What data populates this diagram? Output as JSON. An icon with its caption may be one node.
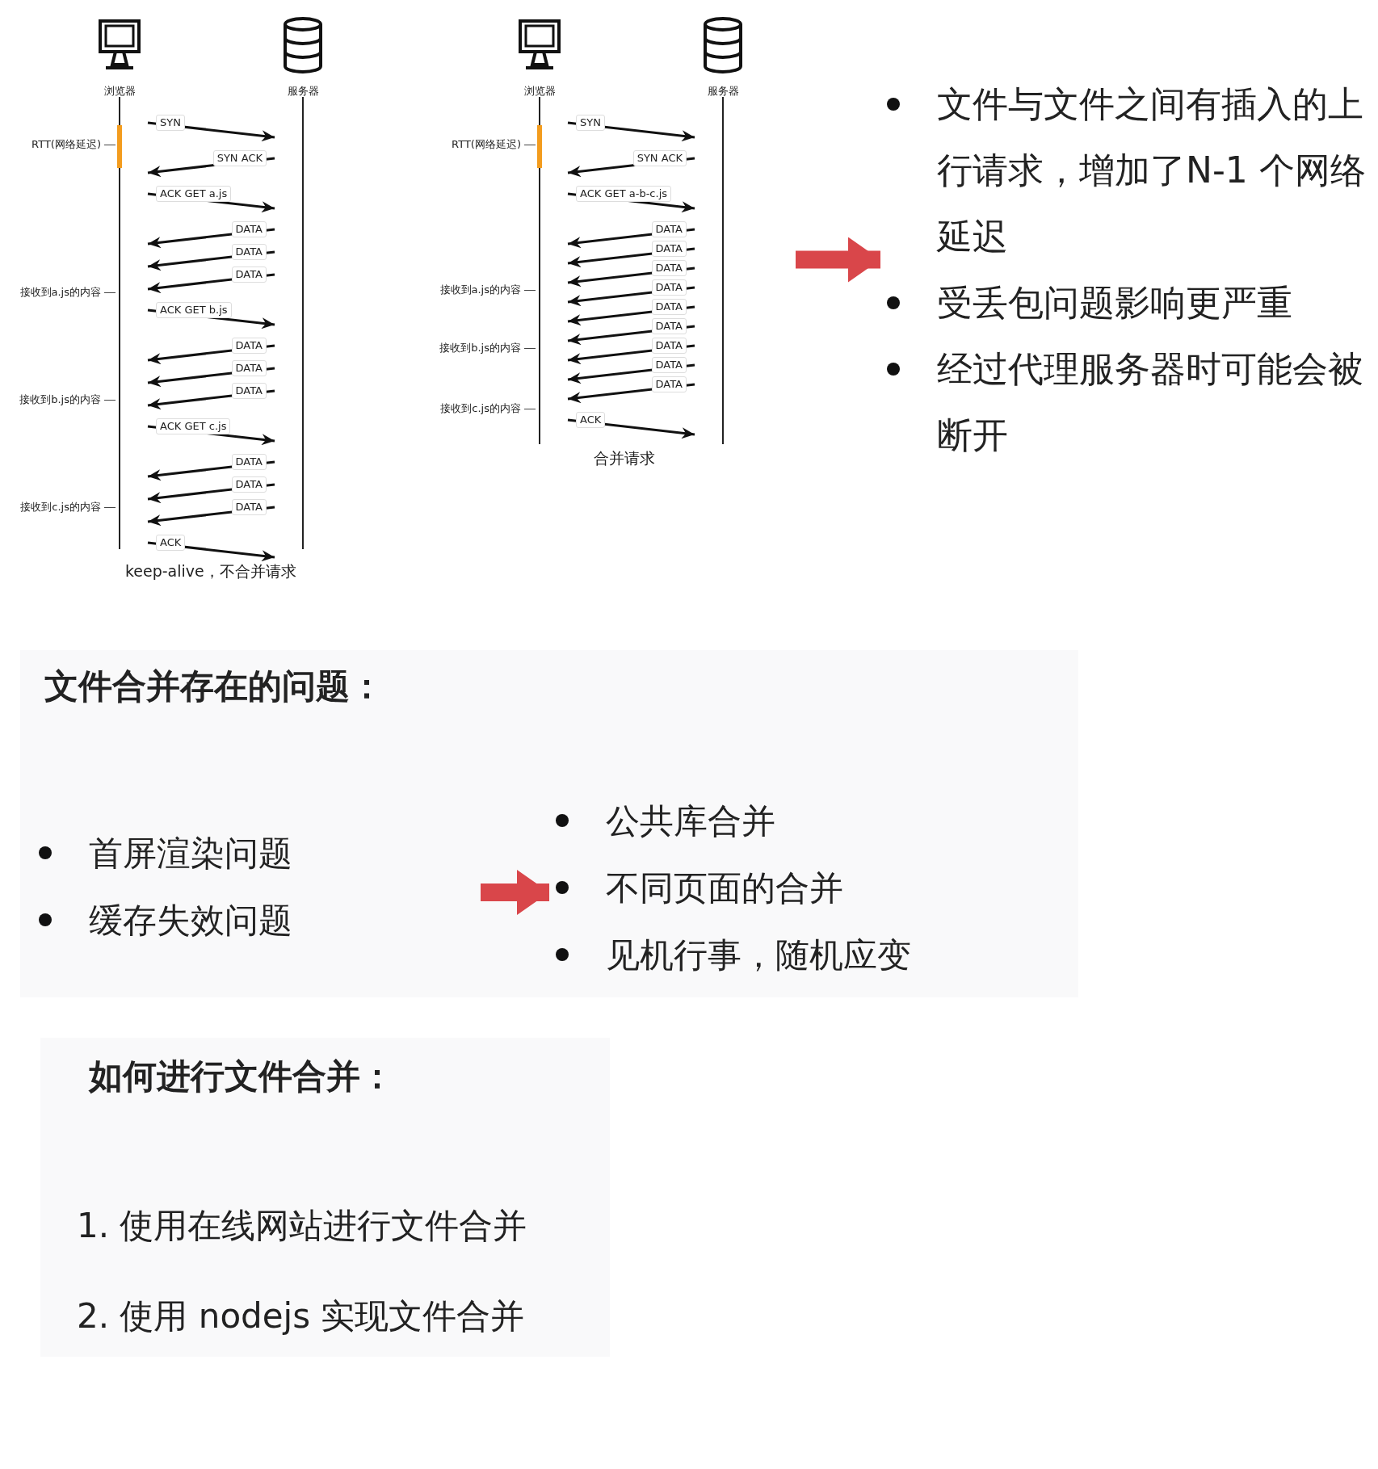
{
  "diagram": {
    "nodes": [
      {
        "text": [
          "keep-alive，不合并请求"
        ]
      },
      {
        "text": [
          "浏览器"
        ],
        "in": 0
      },
      {
        "text": [
          "服务器"
        ],
        "in": 0
      },
      {
        "text": [
          "合并请求"
        ]
      },
      {
        "text": [
          "浏览器"
        ],
        "in": 3
      },
      {
        "text": [
          "服务器"
        ],
        "in": 3
      },
      {
        "text": [
          "文件与文件之间有插入的上行请求，增加了N-1 个网络延迟",
          "受丢包问题影响更严重",
          "经过代理服务器时可能会被断开"
        ]
      },
      {
        "text": [
          "首屏渲染问题",
          "缓存失效问题"
        ]
      },
      {
        "text": [
          "公共库合并",
          "不同页面的合并",
          "见机行事，随机应变"
        ]
      }
    ],
    "edges": [
      {
        "from": 1,
        "to": 2,
        "arrow": "to",
        "label": "SYN"
      },
      {
        "from": 2,
        "to": 1,
        "arrow": "to",
        "label": "SYN ACK"
      },
      {
        "from": 1,
        "to": 2,
        "arrow": "to",
        "label": "ACK GET a.js"
      },
      {
        "from": 2,
        "to": 1,
        "arrow": "to",
        "label": "DATA"
      },
      {
        "from": 2,
        "to": 1,
        "arrow": "to",
        "label": "DATA"
      },
      {
        "from": 2,
        "to": 1,
        "arrow": "to",
        "label": "DATA"
      },
      {
        "from": 1,
        "to": 2,
        "arrow": "to",
        "label": "ACK GET b.js"
      },
      {
        "from": 2,
        "to": 1,
        "arrow": "to",
        "label": "DATA"
      },
      {
        "from": 2,
        "to": 1,
        "arrow": "to",
        "label": "DATA"
      },
      {
        "from": 2,
        "to": 1,
        "arrow": "to",
        "label": "DATA"
      },
      {
        "from": 1,
        "to": 2,
        "arrow": "to",
        "label": "ACK GET c.js"
      },
      {
        "from": 2,
        "to": 1,
        "arrow": "to",
        "label": "DATA"
      },
      {
        "from": 2,
        "to": 1,
        "arrow": "to",
        "label": "DATA"
      },
      {
        "from": 2,
        "to": 1,
        "arrow": "to",
        "label": "DATA"
      },
      {
        "from": 1,
        "to": 2,
        "arrow": "to",
        "label": "ACK"
      },
      {
        "from": 4,
        "to": 5,
        "arrow": "to",
        "label": "SYN"
      },
      {
        "from": 5,
        "to": 4,
        "arrow": "to",
        "label": "SYN ACK"
      },
      {
        "from": 4,
        "to": 5,
        "arrow": "to",
        "label": "ACK GET a-b-c.js"
      },
      {
        "from": 5,
        "to": 4,
        "arrow": "to",
        "label": "DATA"
      },
      {
        "from": 5,
        "to": 4,
        "arrow": "to",
        "label": "DATA"
      },
      {
        "from": 5,
        "to": 4,
        "arrow": "to",
        "label": "DATA"
      },
      {
        "from": 5,
        "to": 4,
        "arrow": "to",
        "label": "DATA"
      },
      {
        "from": 5,
        "to": 4,
        "arrow": "to",
        "label": "DATA"
      },
      {
        "from": 5,
        "to": 4,
        "arrow": "to",
        "label": "DATA"
      },
      {
        "from": 5,
        "to": 4,
        "arrow": "to",
        "label": "DATA"
      },
      {
        "from": 5,
        "to": 4,
        "arrow": "to",
        "label": "DATA"
      },
      {
        "from": 5,
        "to": 4,
        "arrow": "to",
        "label": "DATA"
      },
      {
        "from": 4,
        "to": 5,
        "arrow": "to",
        "label": "ACK"
      },
      {
        "from": 3,
        "to": 6,
        "arrow": "to",
        "style": "thick",
        "color": "#d9464a"
      },
      {
        "from": 7,
        "to": 8,
        "arrow": "to",
        "style": "thick",
        "color": "#d9464a"
      }
    ],
    "labels": [
      "RTT(网络延迟)",
      "接收到a.js的内容",
      "接收到b.js的内容",
      "接收到c.js的内容",
      "RTT(网络延迟)",
      "接收到a.js的内容",
      "接收到b.js的内容",
      "接收到c.js的内容",
      "文件合并存在的问题：",
      "如何进行文件合并：",
      "1.  使用在线网站进行文件合并",
      "2.  使用 nodejs 实现文件合并"
    ]
  }
}
